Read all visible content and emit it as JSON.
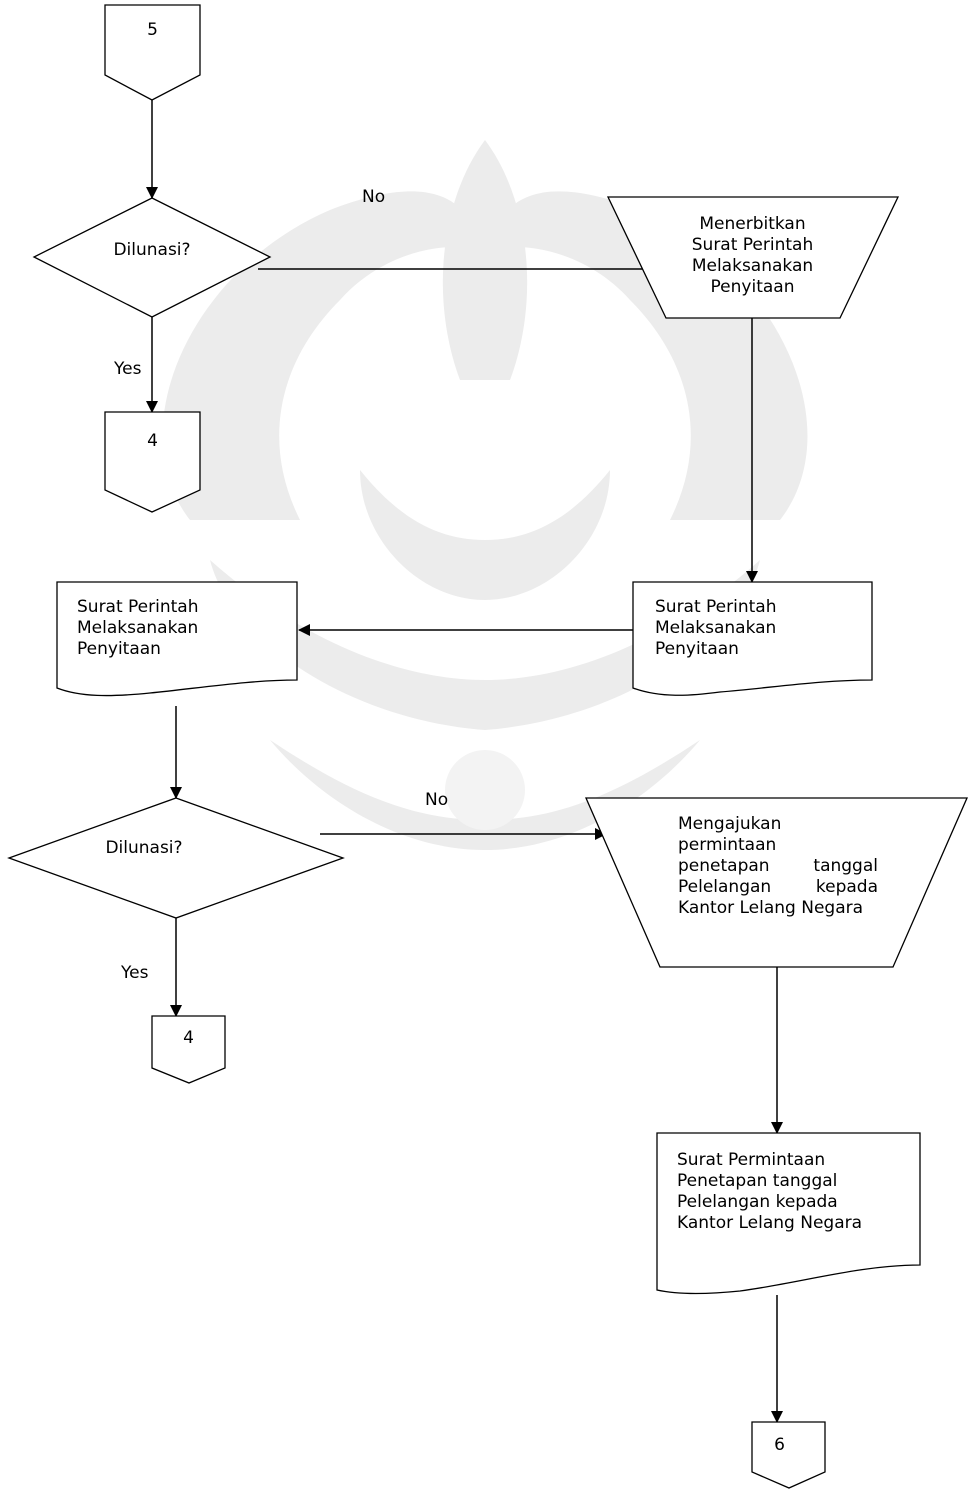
{
  "connectors": {
    "c5_top": "5",
    "c4_a": "4",
    "c4_b": "4",
    "c6": "6"
  },
  "decision1": {
    "text": "Dilunasi?",
    "no": "No",
    "yes": "Yes"
  },
  "decision2": {
    "text": "Dilunasi?",
    "no": "No",
    "yes": "Yes"
  },
  "manual1": {
    "lines": [
      "Menerbitkan",
      "Surat Perintah",
      "Melaksanakan",
      "Penyitaan"
    ]
  },
  "doc_right": {
    "lines": [
      "Surat Perintah",
      "Melaksanakan",
      "Penyitaan"
    ]
  },
  "doc_left": {
    "lines": [
      "Surat Perintah",
      "Melaksanakan",
      "Penyitaan"
    ]
  },
  "manual2": {
    "lines": [
      "Mengajukan",
      "permintaan",
      "penetapan tanggal",
      "Pelelangan kepada",
      "Kantor Lelang Negara"
    ]
  },
  "doc_bottom": {
    "lines": [
      "Surat Permintaan",
      "Penetapan tanggal",
      "Pelelangan kepada",
      "Kantor Lelang Negara"
    ]
  }
}
